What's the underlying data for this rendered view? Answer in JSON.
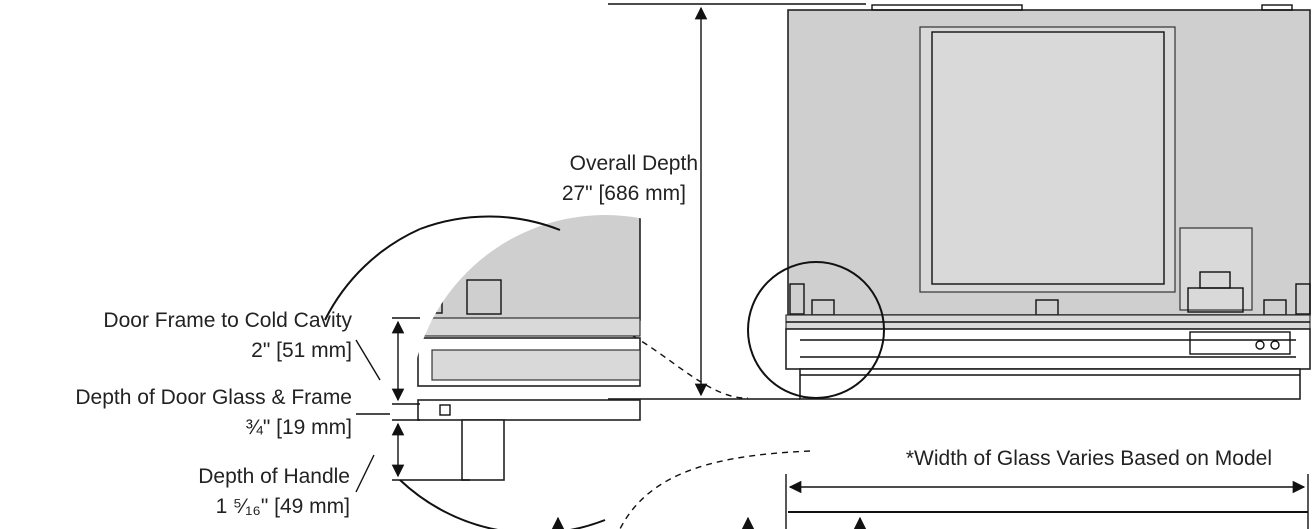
{
  "labels": {
    "overall_depth_title": "Overall Depth",
    "overall_depth_value": "27\" [686 mm]",
    "door_frame_title": "Door Frame to Cold Cavity",
    "door_frame_value": "2\" [51 mm]",
    "door_glass_title": "Depth of Door Glass & Frame",
    "door_glass_value": "¾\" [19 mm]",
    "handle_title": "Depth of Handle",
    "handle_value": "1 ⁵⁄₁₆\" [49 mm]",
    "glass_note": "*Width of Glass Varies Based on Model"
  },
  "colors": {
    "body": "#cfcfcf",
    "line": "#111111",
    "background": "#ffffff"
  }
}
